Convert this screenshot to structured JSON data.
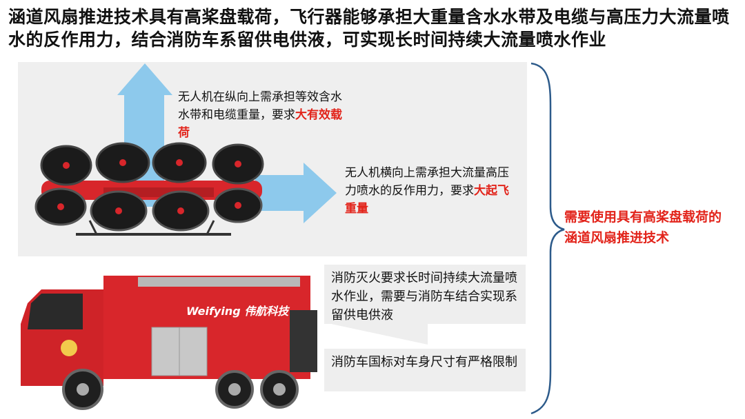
{
  "title": "涵道风扇推进技术具有高桨盘载荷，飞行器能够承担大重量含水水带及电缆与高压力大流量喷水的反作用力，结合消防车系留供电供液，可实现长时间持续大流量喷水作业",
  "drone_section": {
    "vertical_callout": {
      "text": "无人机在纵向上需承担等效含水水带和电缆重量，要求",
      "highlight": "大有效载荷"
    },
    "horizontal_callout": {
      "text": "无人机横向上需承担大流量高压力喷水的反作用力，要求",
      "highlight": "大起飞重量"
    }
  },
  "truck_section": {
    "box1": "消防灭火要求长时间持续大流量喷水作业，需要与消防车结合实现系留供电供液",
    "box2": "消防车国标对车身尺寸有严格限制",
    "brand": "Weifying 伟航科技"
  },
  "conclusion": "需要使用具有高桨盘载荷的涵道风扇推进技术",
  "colors": {
    "accent_red": "#e2231a",
    "arrow_blue": "#8dc9ec",
    "brace_blue": "#2c5a8a",
    "panel_gray": "#efefef"
  }
}
